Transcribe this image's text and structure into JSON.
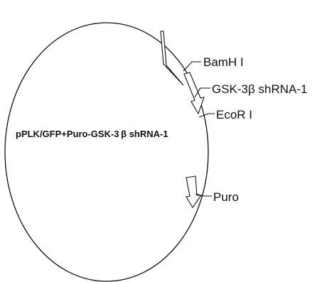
{
  "plasmid": {
    "name": "pPLK/GFP+Puro-GSK-3 β shRNA-1",
    "features": {
      "bamhi": "BamH I",
      "shrna": "GSK-3β shRNA-1",
      "ecori": "EcoR I",
      "puro": "Puro"
    }
  },
  "colors": {
    "stroke": "#111111",
    "background": "#ffffff"
  }
}
